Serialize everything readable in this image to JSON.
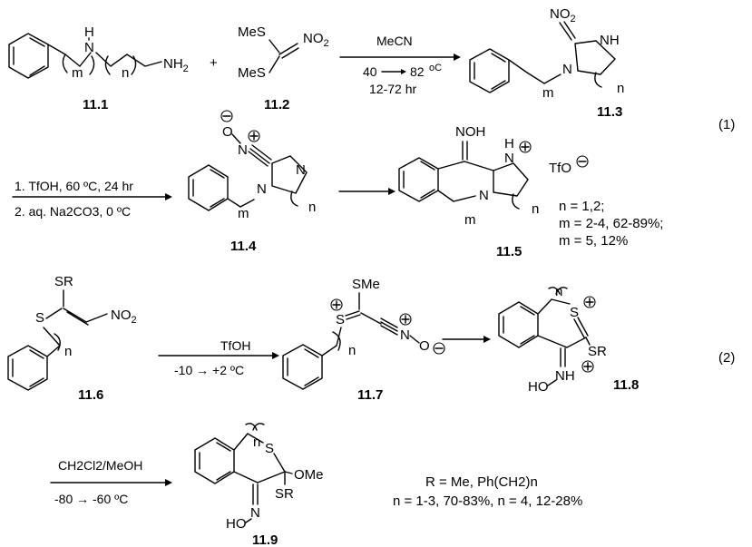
{
  "compounds": {
    "c11_1": "11.1",
    "c11_2": "11.2",
    "c11_3": "11.3",
    "c11_4": "11.4",
    "c11_5": "11.5",
    "c11_6": "11.6",
    "c11_7": "11.7",
    "c11_8": "11.8",
    "c11_9": "11.9"
  },
  "atoms": {
    "H": "H",
    "N": "N",
    "NH2": "NH",
    "two": "2",
    "MeS": "MeS",
    "NO2": "NO",
    "O": "O",
    "TfO": "TfO",
    "S": "S",
    "SR": "SR",
    "SMe": "SMe",
    "OMe": "OMe",
    "OH": "OH",
    "NOH": "NOH",
    "HO": "HO",
    "NH": "NH",
    "NHp": "N",
    "m": "m",
    "n": "n",
    "plus": "+",
    "minus": "−",
    "plus_sign": "+"
  },
  "conditions": {
    "r1_solvent": "MeCN",
    "r1_temp_a": "40",
    "r1_temp_b": "82",
    "r1_temp_unit": "oC",
    "r1_time": "12-72 hr",
    "r2_line1": "1. TfOH, 60 ºC, 24 hr",
    "r2_line2": "2. aq. Na2CO3, 0 ºC",
    "r4_reagent": "TfOH",
    "r4_temp": "-10 → +2 ºC",
    "r6_solvent": "CH2Cl2/MeOH",
    "r6_temp": "-80 → -60 ºC"
  },
  "notes": {
    "n1": "n = 1,2;",
    "n2": "m = 2-4, 62-89%;",
    "n3": "m = 5, 12%",
    "r_def": "R = Me, Ph(CH2)n",
    "n_yields": "n = 1-3, 70-83%, n = 4, 12-28%"
  },
  "equation_labels": {
    "eq1": "(1)",
    "eq2": "(2)"
  }
}
